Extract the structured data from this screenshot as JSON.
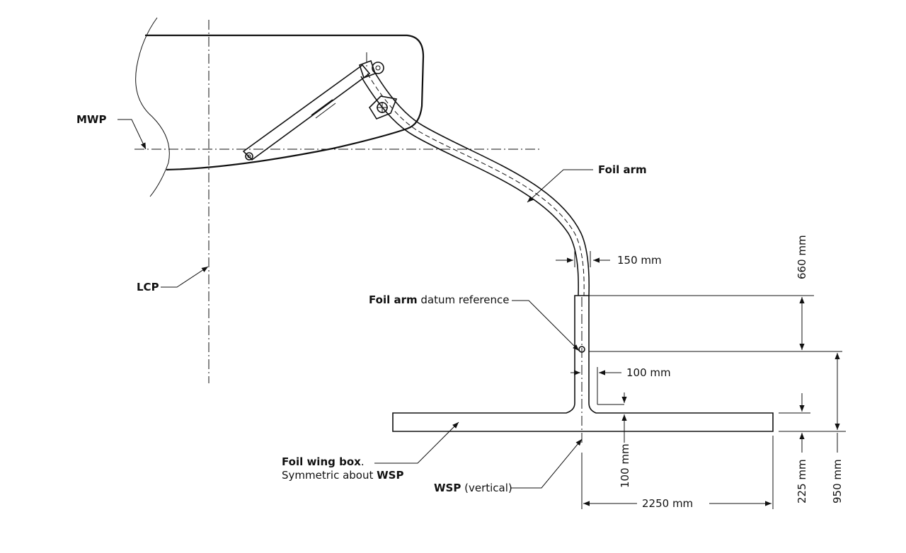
{
  "labels": {
    "mwp": "MWP",
    "lcp": "LCP",
    "foil_arm": "Foil arm",
    "foil_arm_bold": "Foil arm",
    "datum_reference": " datum reference",
    "wing_box_bold": "Foil wing box",
    "wing_box_period": ".",
    "symmetric_about": "Symmetric about ",
    "wsp_bold": "WSP",
    "wsp_vertical_bold": "WSP",
    "wsp_vertical_rest": " (vertical)"
  },
  "dimensions": {
    "arm_width": "150 mm",
    "arm_height": "660 mm",
    "stem_offset": "100 mm",
    "fillet_height": "100 mm",
    "box_thickness": "225 mm",
    "total_height": "950 mm",
    "half_span": "2250 mm"
  },
  "colors": {
    "ink": "#111111",
    "hatch": "#333333"
  }
}
